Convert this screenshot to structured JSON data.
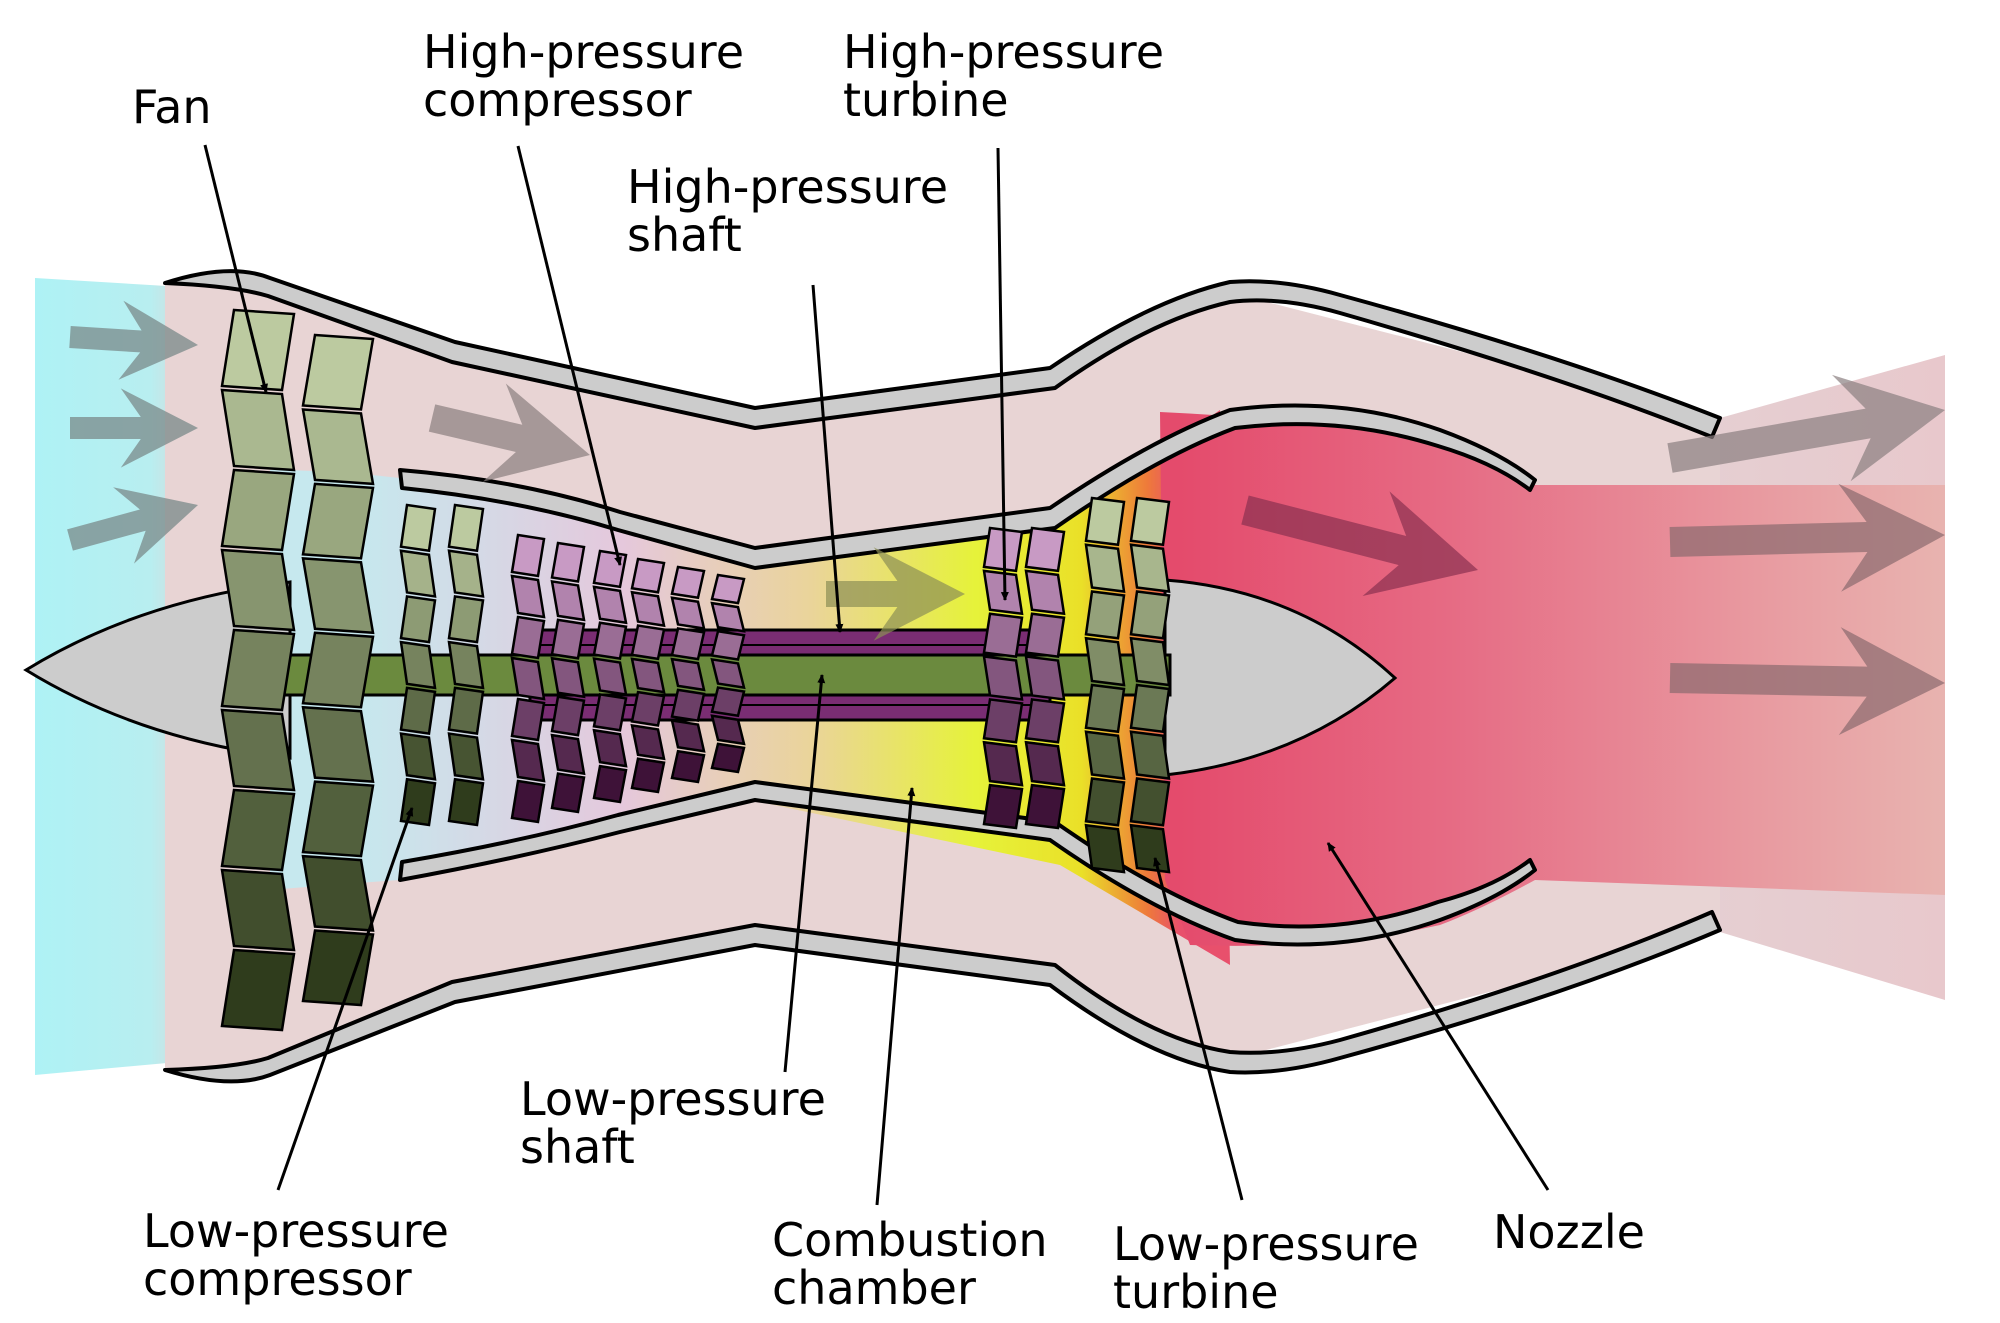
{
  "title": "",
  "colors": {
    "inlet_air": "#aef2f5",
    "bypass_duct": "#e8d4d4",
    "casing": "#cccccc",
    "fan_blade_light": "#bccaa0",
    "fan_blade_dark": "#2f3c1c",
    "hp_compressor_light": "#c89ac4",
    "hp_compressor_dark": "#3e1238",
    "shaft_low_pressure": "#6b8a3e",
    "shaft_high_pressure": "#7a2d73",
    "combustion_yellow": "#e8f535",
    "exhaust_hot": "#e5506f",
    "exhaust_fade": "#e8b0b0",
    "flow_arrow": "#7a8a8a"
  },
  "labels": {
    "fan": [
      "Fan"
    ],
    "hp_compressor": [
      "High-pressure",
      "compressor"
    ],
    "hp_turbine": [
      "High-pressure",
      "turbine"
    ],
    "hp_shaft": [
      "High-pressure",
      "shaft"
    ],
    "lp_shaft": [
      "Low-pressure",
      "shaft"
    ],
    "lp_compressor": [
      "Low-pressure",
      "compressor"
    ],
    "combustion_chamber": [
      "Combustion",
      "chamber"
    ],
    "lp_turbine": [
      "Low-pressure",
      "turbine"
    ],
    "nozzle": [
      "Nozzle"
    ]
  }
}
